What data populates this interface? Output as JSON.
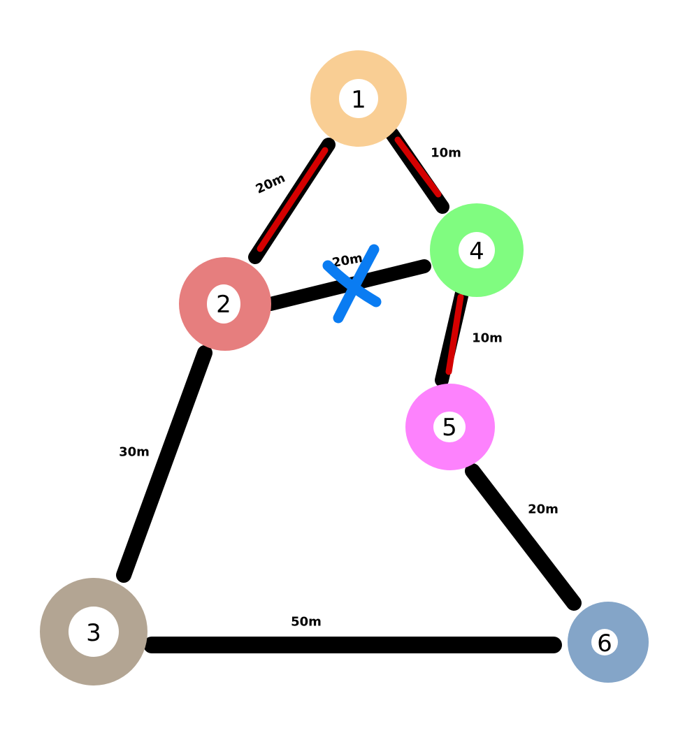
{
  "nodes": [
    {
      "id": "1",
      "label": "1",
      "color": "#F9CE94"
    },
    {
      "id": "2",
      "label": "2",
      "color": "#E67E7E"
    },
    {
      "id": "3",
      "label": "3",
      "color": "#B3A593"
    },
    {
      "id": "4",
      "label": "4",
      "color": "#80FC80"
    },
    {
      "id": "5",
      "label": "5",
      "color": "#FD82FD"
    },
    {
      "id": "6",
      "label": "6",
      "color": "#84A5C8"
    }
  ],
  "edges": [
    {
      "from": "1",
      "to": "2",
      "label": "20m",
      "highlighted": true,
      "crossed": false
    },
    {
      "from": "1",
      "to": "4",
      "label": "10m",
      "highlighted": true,
      "crossed": false
    },
    {
      "from": "2",
      "to": "4",
      "label": "20m",
      "highlighted": false,
      "crossed": true
    },
    {
      "from": "4",
      "to": "5",
      "label": "10m",
      "highlighted": true,
      "crossed": false
    },
    {
      "from": "2",
      "to": "3",
      "label": "30m",
      "highlighted": false,
      "crossed": false
    },
    {
      "from": "5",
      "to": "6",
      "label": "20m",
      "highlighted": false,
      "crossed": false
    },
    {
      "from": "3",
      "to": "6",
      "label": "50m",
      "highlighted": false,
      "crossed": false
    }
  ],
  "colors": {
    "edge": "#000000",
    "highlight": "#D40000",
    "cross_mark": "#0A7CF2"
  }
}
